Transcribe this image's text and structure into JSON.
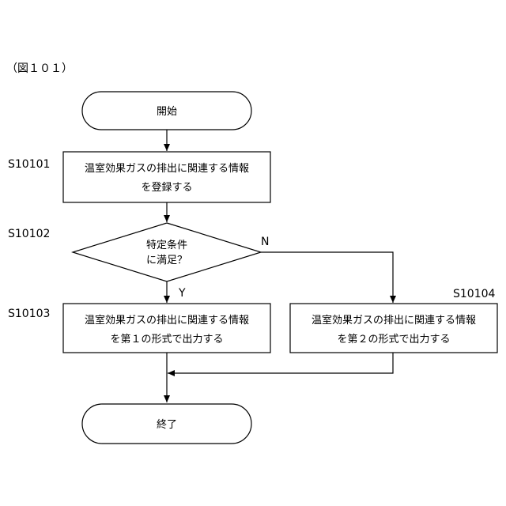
{
  "figure_label": "（図１０１）",
  "nodes": {
    "start": {
      "text": "開始"
    },
    "s10101": {
      "step_id": "S10101",
      "line1": "温室効果ガスの排出に関連する情報",
      "line2": "を登録する"
    },
    "s10102": {
      "step_id": "S10102",
      "line1": "特定条件",
      "line2": "に満足？"
    },
    "s10103": {
      "step_id": "S10103",
      "line1": "温室効果ガスの排出に関連する情報",
      "line2": "を第１の形式で出力する"
    },
    "s10104": {
      "step_id": "S10104",
      "line1": "温室効果ガスの排出に関連する情報",
      "line2": "を第２の形式で出力する"
    },
    "end": {
      "text": "終了"
    }
  },
  "edges": {
    "yes_label": "Y",
    "no_label": "N"
  }
}
